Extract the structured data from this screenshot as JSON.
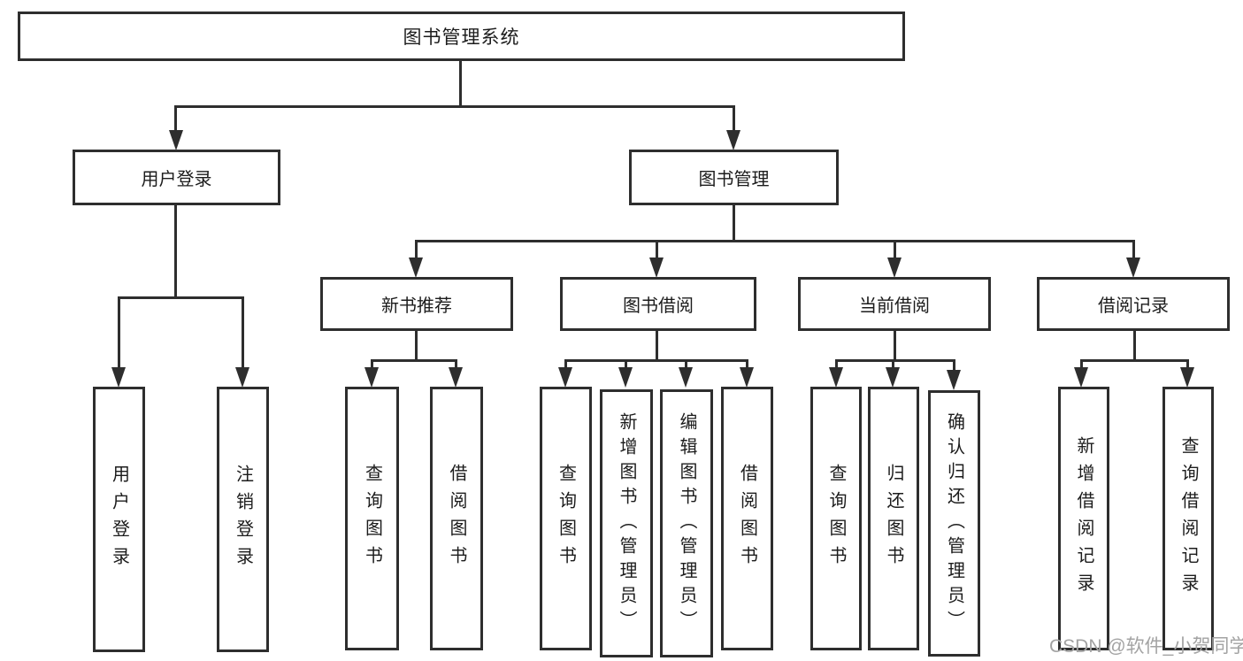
{
  "diagram": {
    "title": "图书管理系统",
    "root": "图书管理系统",
    "branches": [
      {
        "label": "用户登录",
        "children": [
          "用户登录",
          "注销登录"
        ]
      },
      {
        "label": "图书管理",
        "sections": [
          {
            "label": "新书推荐",
            "children": [
              "查询图书",
              "借阅图书"
            ]
          },
          {
            "label": "图书借阅",
            "children": [
              "查询图书",
              "新增图书（管理员）",
              "编辑图书（管理员）",
              "借阅图书"
            ]
          },
          {
            "label": "当前借阅",
            "children": [
              "查询图书",
              "归还图书",
              "确认归还（管理员）"
            ]
          },
          {
            "label": "借阅记录",
            "children": [
              "新增借阅记录",
              "查询借阅记录"
            ]
          }
        ]
      }
    ]
  },
  "watermark": "CSDN @软件_小贺同学",
  "colors": {
    "line": "#2e2e2e",
    "box_border": "#2e2e2e",
    "text": "#1c1c1c",
    "watermark": "#a3a3a3",
    "background": "#ffffff"
  }
}
